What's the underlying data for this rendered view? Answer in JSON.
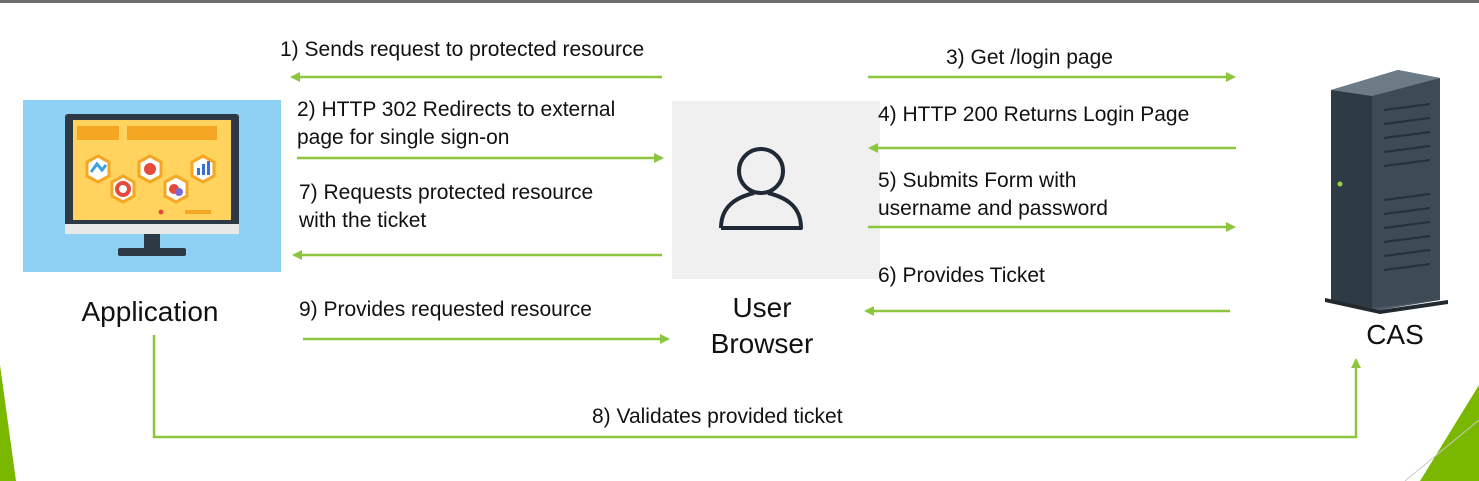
{
  "nodes": {
    "application": "Application",
    "user_browser_line1": "User",
    "user_browser_line2": "Browser",
    "cas": "CAS"
  },
  "steps": {
    "s1": "1) Sends request to protected resource",
    "s2_line1": "2) HTTP 302 Redirects to external",
    "s2_line2": "page for single sign-on",
    "s3": "3) Get /login page",
    "s4": "4) HTTP 200 Returns Login Page",
    "s5_line1": "5) Submits Form with",
    "s5_line2": "username and password",
    "s6": "6) Provides Ticket",
    "s7_line1": "7) Requests protected resource",
    "s7_line2": "with the ticket",
    "s8": "8) Validates provided ticket",
    "s9": "9) Provides requested resource"
  },
  "colors": {
    "arrow": "#8cc63f",
    "accent_green": "#7ab800",
    "user_box_bg": "#f0f0f0",
    "app_bg": "#8fd0f5"
  },
  "icons": {
    "application": "desktop-dashboard-icon",
    "user": "user-silhouette-icon",
    "cas": "server-tower-icon"
  }
}
